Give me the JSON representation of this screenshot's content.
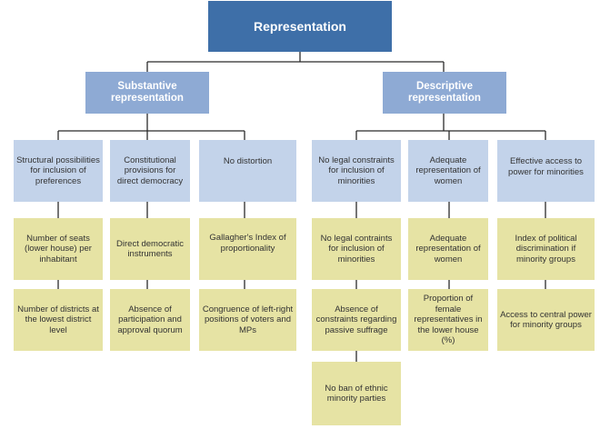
{
  "root": {
    "label": "Representation"
  },
  "substantive": {
    "label": "Substantive representation",
    "dimensions": [
      {
        "label": "Structural possibilities for inclusion of preferences",
        "indicators": [
          "Number of seats (lower house) per inhabitant",
          "Number of districts at the lowest district level"
        ]
      },
      {
        "label": "Constitutional provisions for direct democracy",
        "indicators": [
          "Direct democratic instruments",
          "Absence of participation and approval quorum"
        ]
      },
      {
        "label": "No distortion",
        "indicators": [
          "Gallagher's Index of proportionality",
          "Congruence of left-right positions of voters and MPs"
        ]
      }
    ]
  },
  "descriptive": {
    "label": "Descriptive representation",
    "dimensions": [
      {
        "label": "No legal constraints for inclusion of minorities",
        "indicators": [
          "No legal contraints for inclusion of minorities",
          "Absence of constraints regarding passive suffrage",
          "No ban of ethnic minority parties"
        ]
      },
      {
        "label": "Adequate representation of women",
        "indicators": [
          "Adequate representation of women",
          "Proportion of female representatives in the lower house (%)"
        ]
      },
      {
        "label": "Effective access to power for minorities",
        "indicators": [
          "Index of political discrimination if minority groups",
          "Access to central power for minority groups"
        ]
      }
    ]
  },
  "colors": {
    "root": "#3e6fa8",
    "level1": "#8eaad4",
    "level2": "#c3d3ea",
    "level3": "#e6e3a4",
    "connector": "#2b2b2b"
  }
}
